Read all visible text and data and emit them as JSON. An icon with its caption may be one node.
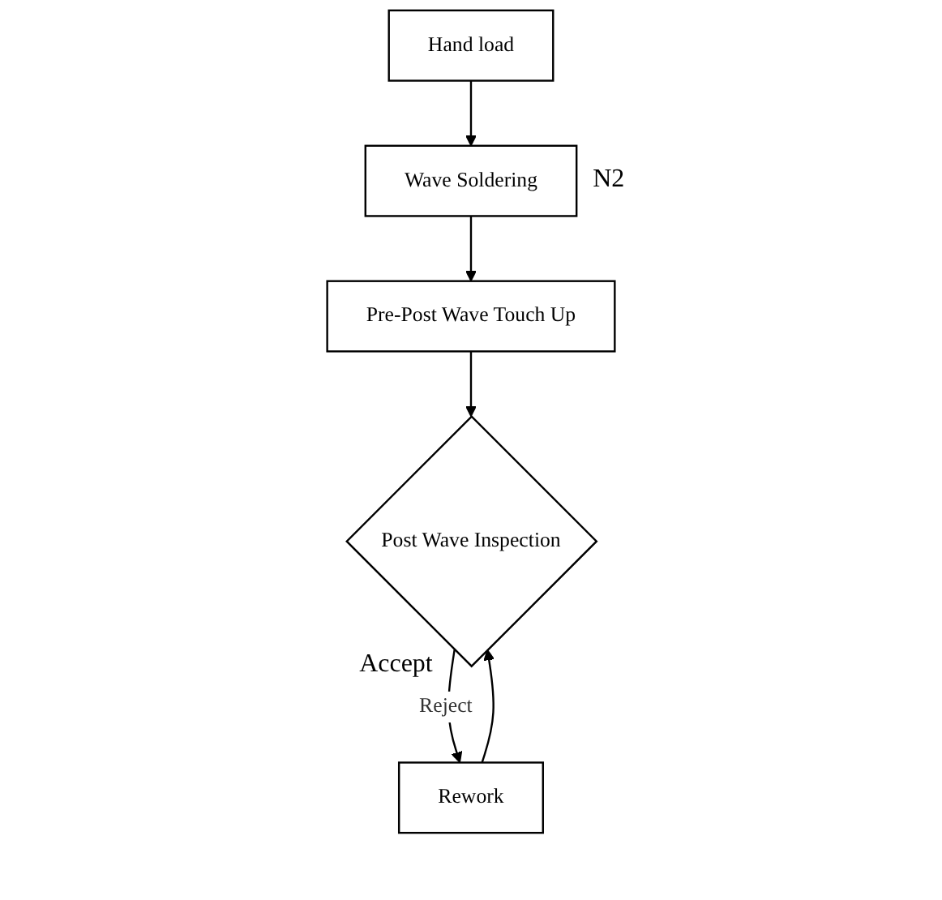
{
  "diagram": {
    "nodes": [
      {
        "text": [
          "Hand load"
        ]
      },
      {
        "text": [
          "Wave Soldering"
        ],
        "beside": [
          "N2"
        ]
      },
      {
        "text": [
          "Pre-Post Wave Touch Up"
        ]
      },
      {
        "text": [
          "Post Wave Inspection"
        ]
      },
      {
        "text": [
          "Rework"
        ]
      }
    ],
    "edges": [
      {
        "from": 0,
        "to": 1,
        "arrow": "to"
      },
      {
        "from": 1,
        "to": 2,
        "arrow": "to"
      },
      {
        "from": 2,
        "to": 3,
        "arrow": "to"
      },
      {
        "from": 3,
        "to": 4,
        "arrow": "to",
        "label": "Reject"
      },
      {
        "from": 4,
        "to": 3,
        "arrow": "to"
      }
    ],
    "labels": [
      "Accept"
    ]
  }
}
